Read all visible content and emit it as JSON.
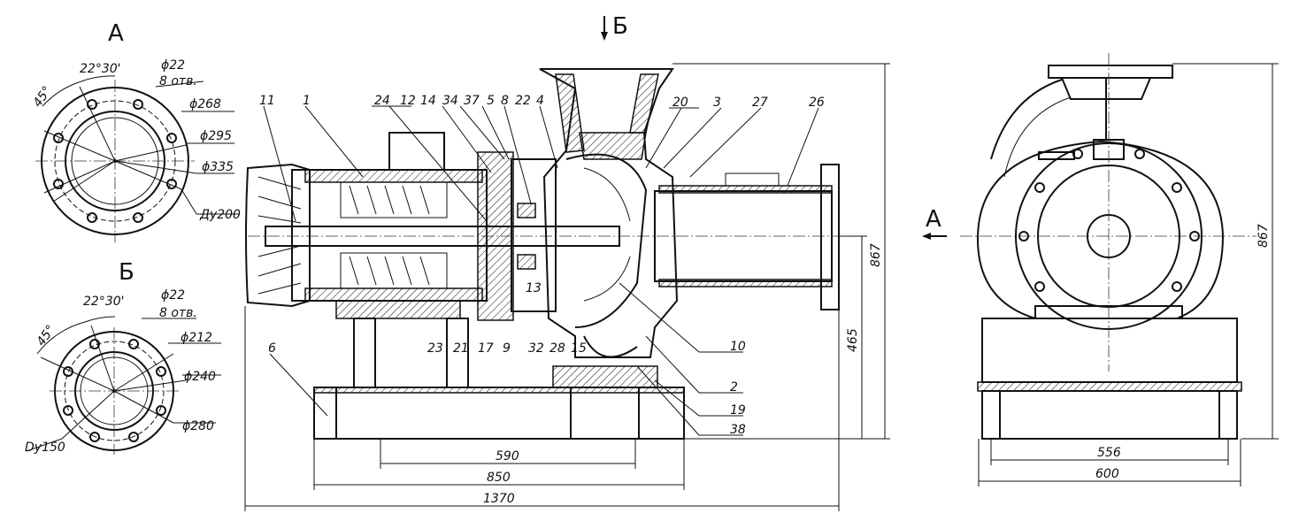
{
  "views": {
    "A_label": "А",
    "B_label": "Б",
    "A_arrow_label": "А",
    "B_arrow_label": "Б"
  },
  "flange_a": {
    "angle_45": "45°",
    "angle_22": "22°30'",
    "hole_dia": "ϕ22",
    "hole_count": "8 отв.",
    "d1": "ϕ268",
    "d2": "ϕ295",
    "d3": "ϕ335",
    "dn": "Ду200"
  },
  "flange_b": {
    "angle_45": "45°",
    "angle_22": "22°30'",
    "hole_dia": "ϕ22",
    "hole_count": "8 отв.",
    "d1": "ϕ212",
    "d2": "ϕ240",
    "d3": "ϕ280",
    "dn": "Dy150"
  },
  "part_labels_top": [
    "11",
    "1",
    "24",
    "12",
    "14",
    "34",
    "37",
    "5",
    "8",
    "22",
    "4",
    "20",
    "3",
    "27",
    "26"
  ],
  "part_labels_bottom": [
    "23",
    "21",
    "17",
    "9",
    "32",
    "28",
    "15",
    "13",
    "6"
  ],
  "part_labels_right": [
    "10",
    "2",
    "19",
    "38"
  ],
  "dimensions": {
    "d590": "590",
    "d850": "850",
    "d1370": "1370",
    "d867": "867",
    "d465": "465",
    "d867_side": "867",
    "d556": "556",
    "d600": "600"
  }
}
